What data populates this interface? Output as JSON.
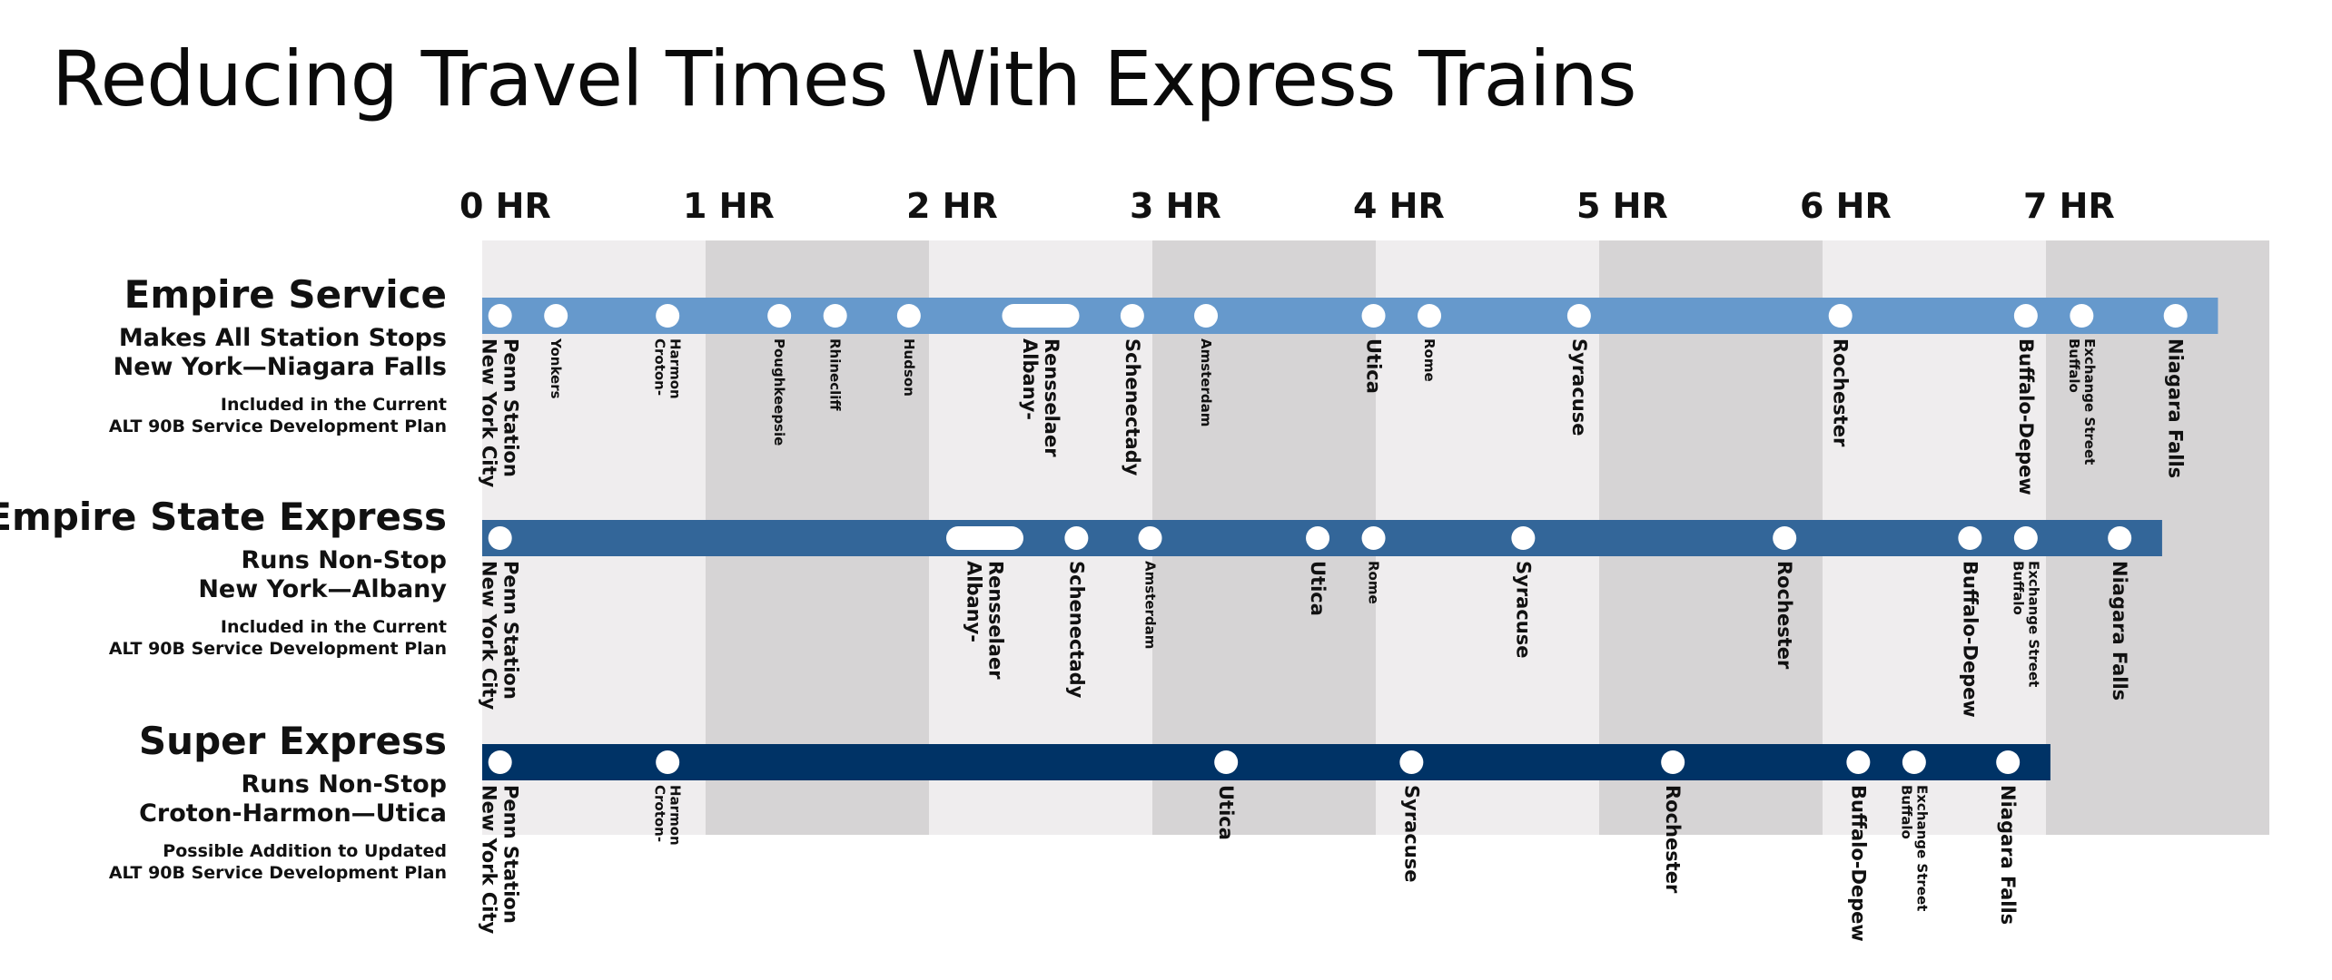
{
  "title": "Reducing Travel Times With Express Trains",
  "colors": {
    "light_band": "#efedee",
    "dark_band": "#d6d4d5",
    "empire_service": "#6699cc",
    "empire_state_express": "#336699",
    "super_express": "#003366",
    "stop_marker": "#ffffff"
  },
  "chart_data": {
    "type": "timeline",
    "x_unit": "hours",
    "xlim": [
      0,
      8
    ],
    "hour_ticks": [
      {
        "hour": 0,
        "label": "0 HR"
      },
      {
        "hour": 1,
        "label": "1 HR"
      },
      {
        "hour": 2,
        "label": "2 HR"
      },
      {
        "hour": 3,
        "label": "3 HR"
      },
      {
        "hour": 4,
        "label": "4 HR"
      },
      {
        "hour": 5,
        "label": "5 HR"
      },
      {
        "hour": 6,
        "label": "6 HR"
      },
      {
        "hour": 7,
        "label": "7 HR"
      }
    ],
    "series": [
      {
        "name": "Empire Service",
        "subtitle": [
          "Makes All Station Stops",
          "New York—Niagara Falls"
        ],
        "note": [
          "Included in the Current",
          "ALT 90B Service Development Plan"
        ],
        "color": "#6699cc",
        "end_hour": 7.77,
        "stops": [
          {
            "hour": 0.08,
            "lines": [
              "New York City",
              "Penn Station"
            ],
            "major": true
          },
          {
            "hour": 0.33,
            "lines": [
              "Yonkers"
            ],
            "major": false
          },
          {
            "hour": 0.83,
            "lines": [
              "Croton-",
              "Harmon"
            ],
            "major": false
          },
          {
            "hour": 1.33,
            "lines": [
              "Poughkeepsie"
            ],
            "major": false
          },
          {
            "hour": 1.58,
            "lines": [
              "Rhinecliff"
            ],
            "major": false
          },
          {
            "hour": 1.91,
            "lines": [
              "Hudson"
            ],
            "major": false
          },
          {
            "hour": 2.38,
            "end_hour": 2.62,
            "lines": [
              "Albany-",
              "Rensselaer"
            ],
            "major": true
          },
          {
            "hour": 2.91,
            "lines": [
              "Schenectady"
            ],
            "major": true
          },
          {
            "hour": 3.24,
            "lines": [
              "Amsterdam"
            ],
            "major": false
          },
          {
            "hour": 3.99,
            "lines": [
              "Utica"
            ],
            "major": true
          },
          {
            "hour": 4.24,
            "lines": [
              "Rome"
            ],
            "major": false
          },
          {
            "hour": 4.91,
            "lines": [
              "Syracuse"
            ],
            "major": true
          },
          {
            "hour": 6.08,
            "lines": [
              "Rochester"
            ],
            "major": true
          },
          {
            "hour": 6.91,
            "lines": [
              "Buffalo-Depew"
            ],
            "major": true
          },
          {
            "hour": 7.16,
            "lines": [
              "Buffalo",
              "Exchange Street"
            ],
            "major": false
          },
          {
            "hour": 7.58,
            "lines": [
              "Niagara Falls"
            ],
            "major": true
          }
        ]
      },
      {
        "name": "Empire State Express",
        "subtitle": [
          "Runs Non-Stop",
          "New York—Albany"
        ],
        "note": [
          "Included in the Current",
          "ALT 90B Service Development Plan"
        ],
        "color": "#336699",
        "end_hour": 7.52,
        "stops": [
          {
            "hour": 0.08,
            "lines": [
              "New York City",
              "Penn Station"
            ],
            "major": true
          },
          {
            "hour": 2.13,
            "end_hour": 2.37,
            "lines": [
              "Albany-",
              "Rensselaer"
            ],
            "major": true
          },
          {
            "hour": 2.66,
            "lines": [
              "Schenectady"
            ],
            "major": true
          },
          {
            "hour": 2.99,
            "lines": [
              "Amsterdam"
            ],
            "major": false
          },
          {
            "hour": 3.74,
            "lines": [
              "Utica"
            ],
            "major": true
          },
          {
            "hour": 3.99,
            "lines": [
              "Rome"
            ],
            "major": false
          },
          {
            "hour": 4.66,
            "lines": [
              "Syracuse"
            ],
            "major": true
          },
          {
            "hour": 5.83,
            "lines": [
              "Rochester"
            ],
            "major": true
          },
          {
            "hour": 6.66,
            "lines": [
              "Buffalo-Depew"
            ],
            "major": true
          },
          {
            "hour": 6.91,
            "lines": [
              "Buffalo",
              "Exchange Street"
            ],
            "major": false
          },
          {
            "hour": 7.33,
            "lines": [
              "Niagara Falls"
            ],
            "major": true
          }
        ]
      },
      {
        "name": "Super Express",
        "subtitle": [
          "Runs Non-Stop",
          "Croton-Harmon—Utica"
        ],
        "note": [
          "Possible Addition to Updated",
          "ALT 90B Service Development Plan"
        ],
        "color": "#003366",
        "end_hour": 7.02,
        "stops": [
          {
            "hour": 0.08,
            "lines": [
              "New York City",
              "Penn Station"
            ],
            "major": true
          },
          {
            "hour": 0.83,
            "lines": [
              "Croton-",
              "Harmon"
            ],
            "major": false
          },
          {
            "hour": 3.33,
            "lines": [
              "Utica"
            ],
            "major": true
          },
          {
            "hour": 4.16,
            "lines": [
              "Syracuse"
            ],
            "major": true
          },
          {
            "hour": 5.33,
            "lines": [
              "Rochester"
            ],
            "major": true
          },
          {
            "hour": 6.16,
            "lines": [
              "Buffalo-Depew"
            ],
            "major": true
          },
          {
            "hour": 6.41,
            "lines": [
              "Buffalo",
              "Exchange Street"
            ],
            "major": false
          },
          {
            "hour": 6.83,
            "lines": [
              "Niagara Falls"
            ],
            "major": true
          }
        ]
      }
    ]
  }
}
